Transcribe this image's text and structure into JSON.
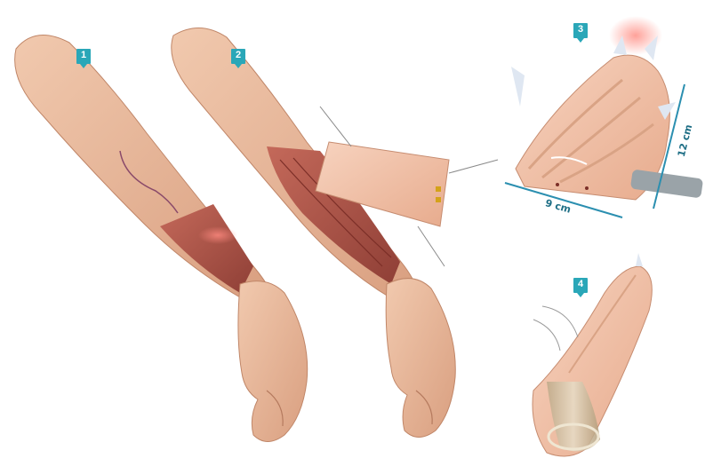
{
  "steps": [
    {
      "number": "1"
    },
    {
      "number": "2"
    },
    {
      "number": "3"
    },
    {
      "number": "4"
    }
  ],
  "dimensions": {
    "width_label": "9 cm",
    "height_label": "12 cm"
  },
  "colors": {
    "badge": "#2aa7b8",
    "skin": "#e9b89b",
    "skin_shadow": "#c98d6f",
    "muscle": "#b2584b",
    "flap": "#f2c2a9",
    "dimension_line": "#2b8fb0",
    "tube": "#c9b99a"
  }
}
